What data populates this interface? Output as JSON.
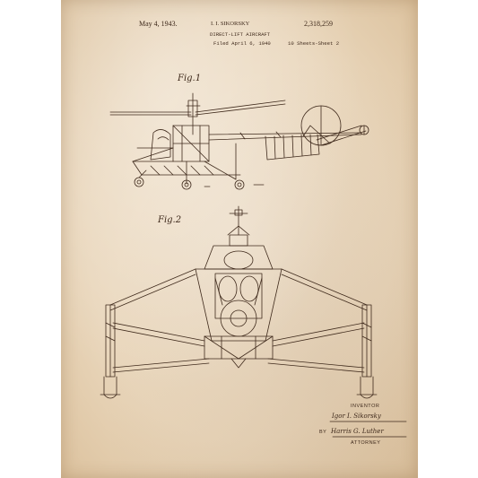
{
  "header": {
    "date": "May 4, 1943.",
    "inventor_name": "I. I. SIKORSKY",
    "patent_number": "2,318,259",
    "title": "DIRECT-LIFT AIRCRAFT",
    "filed": "Filed April 6, 1940",
    "sheets": "10 Sheets-Sheet 2"
  },
  "figures": {
    "fig1_label": "Fig.1",
    "fig2_label": "Fig.2"
  },
  "signature_block": {
    "inventor_caption": "INVENTOR",
    "inventor_signature": "Igor I. Sikorsky",
    "by": "BY",
    "attorney_signature": "Harris G. Luther",
    "attorney_caption": "ATTORNEY"
  },
  "colors": {
    "paper": "#ecdcc3",
    "ink": "#3f2a1c",
    "border": "#ffffff"
  }
}
